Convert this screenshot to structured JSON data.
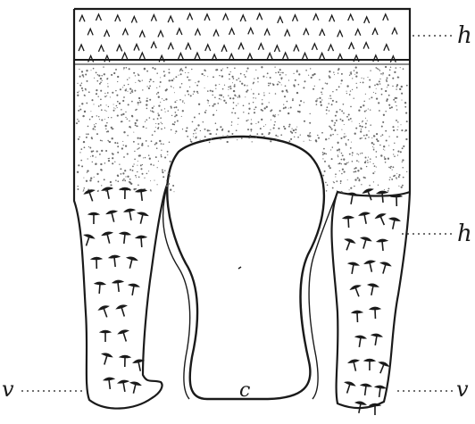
{
  "figure": {
    "labels": {
      "top_right": "h",
      "middle_right": "h",
      "bottom_left": "v",
      "bottom_right": "v",
      "center": "c"
    },
    "colors": {
      "ink": "#1a1a1a",
      "paper": "#ffffff",
      "stipple": "#6b6b6b"
    }
  }
}
